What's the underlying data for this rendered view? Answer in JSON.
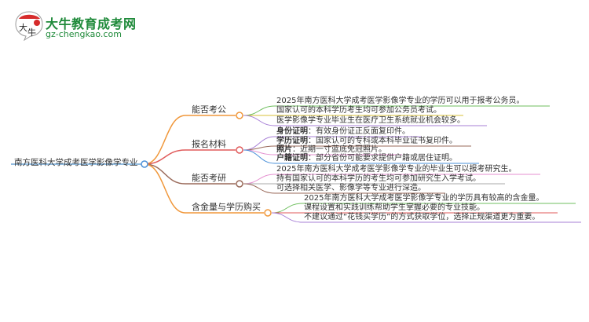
{
  "logo": {
    "title": "大牛教育成考网",
    "url": "gz-chengkao.com",
    "badge_text": "大牛",
    "brand_color": "#1f8a3a"
  },
  "mindmap": {
    "root": "南方医科大学成考医学影像学专业",
    "branches": [
      {
        "label": "能否考公",
        "color": "#f0973a",
        "children": [
          {
            "text": "2025年南方医科大学成考医学影像学专业的学历可以用于报考公务员。",
            "color": "#6fbf5f"
          },
          {
            "text": "国家认可的本科学历考生均可参加公务员考试。",
            "color": "#d8c23a"
          },
          {
            "text": "医学影像学专业毕业生在医疗卫生系统就业机会较多。",
            "color": "#a77fd6"
          }
        ]
      },
      {
        "label": "报名材料",
        "color": "#e05a5a",
        "children": [
          {
            "key": "身份证明",
            "text": "：有效身份证正反面复印件。",
            "color": "#a77fd6"
          },
          {
            "key": "学历证明",
            "text": "：国家认可的专科或本科毕业证书复印件。",
            "color": "#9a6a5a"
          },
          {
            "key": "照片",
            "text": "：近期一寸蓝底免冠照片。",
            "color": "#e58fd0"
          },
          {
            "key": "户籍证明",
            "text": "：部分省份可能要求提供户籍或居住证明。",
            "color": "#4a90d9"
          }
        ]
      },
      {
        "label": "能否考研",
        "color": "#9a6a5a",
        "children": [
          {
            "text": "2025年南方医科大学成考医学影像学专业的毕业生可以报考研究生。",
            "color": "#e58fd0"
          },
          {
            "text": "持有国家认可的本科学历的考生均可参加研究生入学考试。",
            "color": "#aaaaaa"
          },
          {
            "text": "可选择相关医学、影像学等专业进行深造。",
            "color": "#9a6a5a"
          }
        ]
      },
      {
        "label": "含金量与学历购买",
        "color": "#f0973a",
        "children": [
          {
            "text": "2025年南方医科大学成考医学影像学专业的学历具有较高的含金量。",
            "color": "#6fbf5f"
          },
          {
            "text": "课程设置和实践训练帮助学生掌握必要的专业技能。",
            "color": "#e05a5a"
          },
          {
            "text": "不建议通过“花钱买学历”的方式获取学位，选择正规渠道更为重要。",
            "color": "#a77fd6"
          }
        ]
      }
    ]
  }
}
